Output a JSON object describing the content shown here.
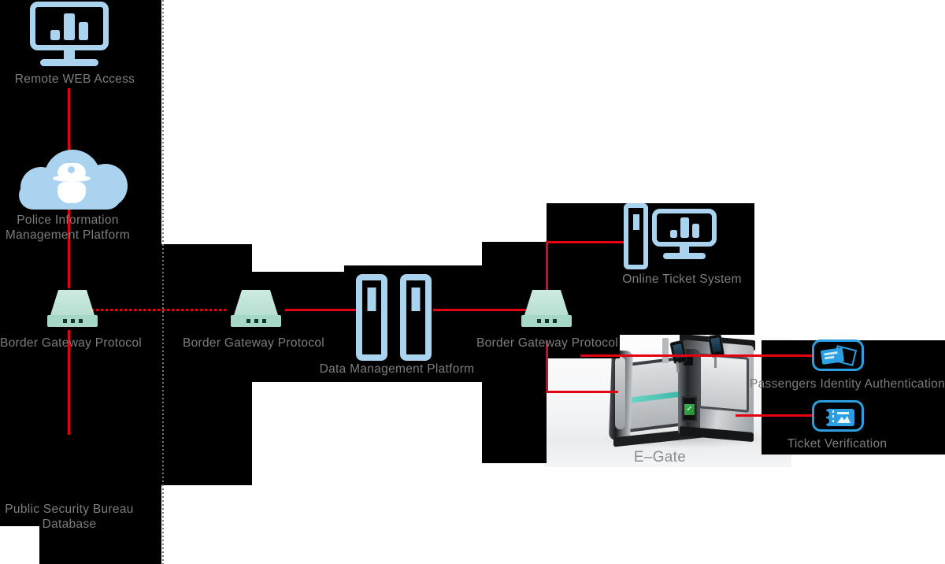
{
  "diagram": {
    "labels": {
      "remote_web_access": "Remote WEB Access",
      "police_platform_line1": "Police Information",
      "police_platform_line2": "Management Platform",
      "border_gateway_protocol": "Border Gateway Protocol",
      "data_management_platform": "Data Management Platform",
      "online_ticket_system": "Online Ticket System",
      "public_security_bureau_line1": "Public Security Bureau",
      "public_security_bureau_line2": "Database",
      "passengers_identity_authentication": "Passengers Identity Authentication",
      "ticket_verification": "Ticket Verification",
      "egate": "E–Gate",
      "green_check": "✓"
    },
    "colors": {
      "icon_blue": "#a9d3ef",
      "accent_blue": "#2b9fe2",
      "router_teal": "#a6d8c8",
      "line_red": "#e60012",
      "label_gray": "#7d7d7d",
      "panel_black": "#000000"
    },
    "icons": [
      "monitor-chart-icon",
      "police-cloud-icon",
      "router-icon",
      "server-tower-icon",
      "desktop-tower-icon",
      "desktop-monitor-icon",
      "id-card-scan-icon",
      "ticket-icon",
      "egate-photo"
    ]
  }
}
